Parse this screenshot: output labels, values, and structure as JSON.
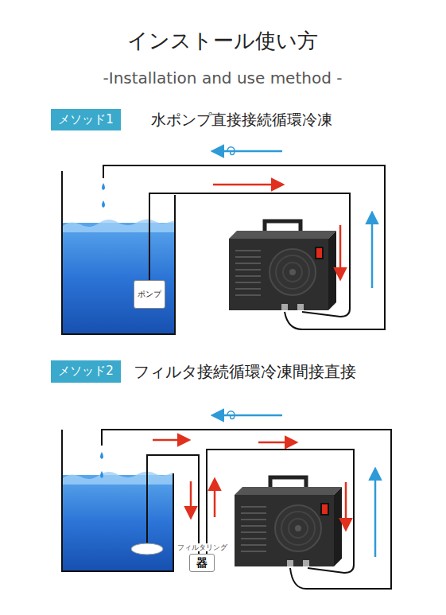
{
  "diagram": {
    "title": "インストール使い方",
    "nodes": [
      {
        "text": [
          "メソッド1"
        ]
      },
      {
        "text": [
          "ポンプ"
        ]
      },
      {
        "text": [
          "メソッド2"
        ]
      },
      {
        "text": [
          "フィルタリング",
          "器"
        ]
      }
    ],
    "labels": [
      "-Installation and use method -",
      "水ポンプ直接接続循環冷凍",
      "フィルタ接続循環冷凍間接直接"
    ]
  }
}
